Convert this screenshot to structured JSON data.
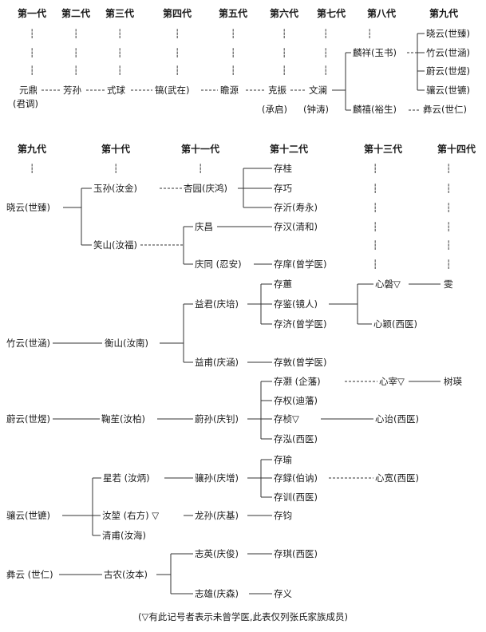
{
  "top": {
    "headers": [
      "第一代",
      "第二代",
      "第三代",
      "第四代",
      "第五代",
      "第六代",
      "第七代",
      "第八代",
      "第九代"
    ],
    "tick": "┆",
    "persons": {
      "yuanding": "元鼎",
      "yuanding_alias": "(君调)",
      "fangsun": "芳孙",
      "shiqiu": "式球",
      "gao": "镐(武在)",
      "zhanyuan": "瞻源",
      "kezhen": "克振",
      "kezhen_alias": "(承启)",
      "wenlan": "文澜",
      "wenlan_alias": "(钟涛)",
      "linxiang": "麟祥(玉书)",
      "linxi": "麟禧(裕生)",
      "xiaoyun": "晓云(世臻)",
      "zhuyun": "竹云(世涵)",
      "weiyun": "蔚云(世煜)",
      "xiangyun": "骧云(世镳)",
      "yiyun": "彝云(世仁)"
    }
  },
  "bottom": {
    "headers": [
      "第九代",
      "第十代",
      "第十一代",
      "第十二代",
      "第十三代",
      "第十四代"
    ],
    "persons": {
      "xiaoyun": "晓云(世臻)",
      "zhuyun": "竹云(世涵)",
      "weiyun": "蔚云(世煜)",
      "xiangyun": "骧云(世镳)",
      "yiyun": "彝云 (世仁)",
      "yusun": "玉孙(汝金)",
      "xiaoshan": "笑山(汝福)",
      "hengshan": "衡山(汝南)",
      "jusheng": "鞠苼(汝柏)",
      "xingruo": "星若 (汝炳)",
      "rujing": "汝堃 (右方) ▽",
      "qingfu": "清甫(汝海)",
      "gunong": "古农(汝本)",
      "xingyuan": "杏园(庆鸿)",
      "qingchang": "庆昌",
      "qingtong": "庆同 (忍安)",
      "yijun": "益君(庆培)",
      "yifu": "益甫(庆涵)",
      "weisun": "蔚孙(庆钊)",
      "xiangsun": "骧孙(庆增)",
      "longsun": "龙孙(庆基)",
      "zhiying": "志英(庆俊)",
      "zhixiong": "志雄(庆森)",
      "cungui": "存桂",
      "cunqiao": "存巧",
      "cunyi": "存沂(寿永)",
      "cunhan": "存汉(清和)",
      "cunxiang": "存庠(曾学医)",
      "cunhui": "存蕙",
      "cunjian": "存鉴(镜人)",
      "cunji": "存济(曾学医)",
      "cundun": "存敦(曾学医)",
      "cunhao": "存灏 (企藩)",
      "cunquan": "存权(迪藩)",
      "cunzhen": "存桢▽",
      "cunhong": "存泓(西医)",
      "cunyu": "存瑜",
      "cunlu": "存録(伯讷)",
      "cunxun": "存训(西医)",
      "cunjun": "存钧",
      "cunqi": "存琪(西医)",
      "cunyi2": "存义",
      "xinpan": "心磐▽",
      "xinying": "心颖(西医)",
      "xinzai": "心宰▽",
      "xinyi": "心诒(西医)",
      "xinkuan": "心宽(西医)",
      "wen": "雯",
      "shuying": "树瑛"
    }
  },
  "footnote": "(▽有此记号者表示未曾学医,此表仅列张氏家族成员)"
}
